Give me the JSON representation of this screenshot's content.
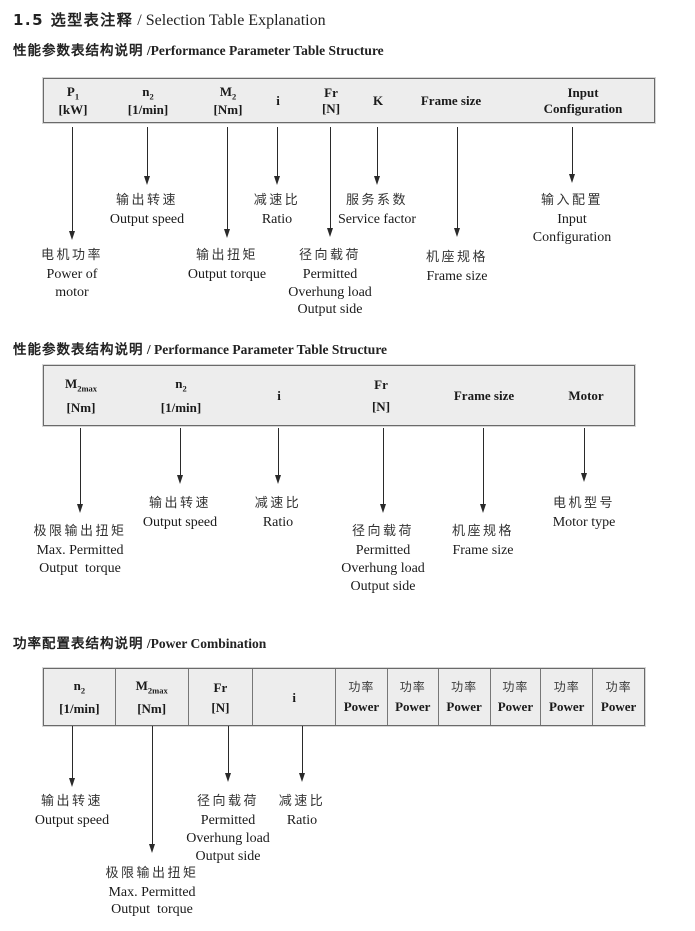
{
  "title": {
    "zh": "1.5 选型表注释",
    "en": " /  Selection Table Explanation"
  },
  "s1": {
    "heading_zh": "性能参数表结构说明",
    "heading_en": " /Performance Parameter Table Structure",
    "cols": [
      {
        "sym": "P",
        "sub": "1",
        "unit": "[kW]"
      },
      {
        "sym": "n",
        "sub": "2",
        "unit": "[1/min]"
      },
      {
        "sym": "M",
        "sub": "2",
        "unit": "[Nm]"
      },
      {
        "sym": "i"
      },
      {
        "sym": "Fr",
        "unit": "[N]"
      },
      {
        "sym": "K"
      },
      {
        "sym": "Frame size"
      },
      {
        "sym": "Input",
        "unit": "Configuration"
      }
    ],
    "labels": {
      "power_of_motor": {
        "zh": "电机功率",
        "en1": "Power of",
        "en2": "motor"
      },
      "output_speed": {
        "zh": "输出转速",
        "en1": "Output speed"
      },
      "output_torque": {
        "zh": "输出扭矩",
        "en1": "Output torque"
      },
      "ratio": {
        "zh": "减速比",
        "en1": "Ratio"
      },
      "overhung": {
        "zh": "径向载荷",
        "en1": "Permitted",
        "en2": "Overhung load",
        "en3": "Output side"
      },
      "service_factor": {
        "zh": "服务系数",
        "en1": "Service factor"
      },
      "frame_size": {
        "zh": "机座规格",
        "en1": "Frame size"
      },
      "input_config": {
        "zh": "输入配置",
        "en1": "Input",
        "en2": "Configuration"
      }
    }
  },
  "s2": {
    "heading_zh": "性能参数表结构说明",
    "heading_en": " / Performance Parameter Table Structure",
    "cols": [
      {
        "sym": "M",
        "sub": "2max",
        "unit": "[Nm]"
      },
      {
        "sym": "n",
        "sub": "2",
        "unit": "[1/min]"
      },
      {
        "sym": "i"
      },
      {
        "sym": "Fr",
        "unit": "[N]"
      },
      {
        "sym": "Frame size"
      },
      {
        "sym": "Motor"
      }
    ],
    "labels": {
      "max_torque": {
        "zh": "极限输出扭矩",
        "en1": "Max. Permitted",
        "en2": "Output  torque"
      },
      "output_speed": {
        "zh": "输出转速",
        "en1": "Output speed"
      },
      "ratio": {
        "zh": "减速比",
        "en1": "Ratio"
      },
      "overhung": {
        "zh": "径向载荷",
        "en1": "Permitted",
        "en2": "Overhung load",
        "en3": "Output side"
      },
      "frame_size": {
        "zh": "机座规格",
        "en1": "Frame size"
      },
      "motor_type": {
        "zh": "电机型号",
        "en1": "Motor type"
      }
    }
  },
  "s3": {
    "heading_zh": "功率配置表结构说明",
    "heading_en": " /Power Combination",
    "cols": [
      {
        "sym": "n",
        "sub": "2",
        "unit": "[1/min]"
      },
      {
        "sym": "M",
        "sub": "2max",
        "unit": "[Nm]"
      },
      {
        "sym": "Fr",
        "unit": "[N]"
      },
      {
        "sym": "i"
      }
    ],
    "power_col": {
      "zh": "功率",
      "en": "Power"
    },
    "labels": {
      "output_speed": {
        "zh": "输出转速",
        "en1": "Output speed"
      },
      "max_torque": {
        "zh": "极限输出扭矩",
        "en1": "Max. Permitted",
        "en2": "Output  torque"
      },
      "overhung": {
        "zh": "径向载荷",
        "en1": "Permitted",
        "en2": "Overhung load",
        "en3": "Output side"
      },
      "ratio": {
        "zh": "减速比",
        "en1": "Ratio"
      }
    }
  }
}
